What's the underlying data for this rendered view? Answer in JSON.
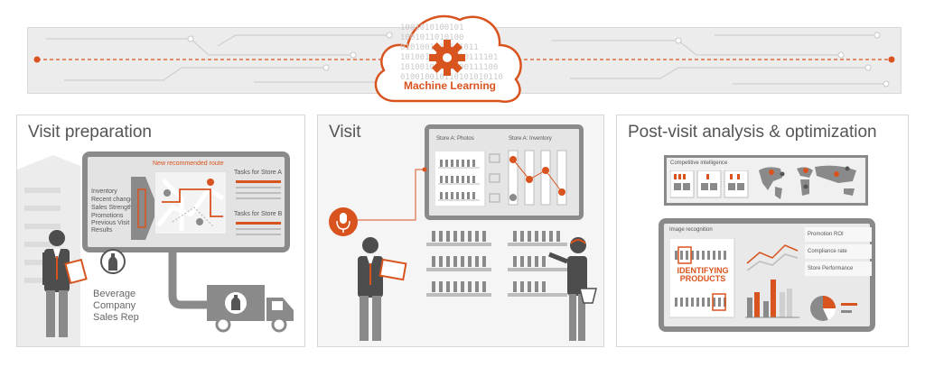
{
  "banner": {
    "label": "Machine Learning",
    "binary_lines": [
      "1001010100101",
      "1001011010100",
      "0101001011101011",
      "10100111010010111101",
      "10100101010100111100",
      "010010010110101010110"
    ]
  },
  "panels": [
    {
      "title": "Visit preparation",
      "route_title": "New recommended route",
      "menu_items": [
        "Inventory",
        "Recent changes",
        "Sales Strengths",
        "Promotions",
        "Previous Visit Results"
      ],
      "tasks_a": "Tasks for Store A",
      "tasks_b": "Tasks for Store B",
      "rep_label": [
        "Beverage",
        "Company",
        "Sales Rep"
      ]
    },
    {
      "title": "Visit",
      "photos_label": "Store A: Photos",
      "inventory_label": "Store A: Inventory"
    },
    {
      "title": "Post-visit analysis & optimization",
      "competitive_label": "Competitive intelligence",
      "image_recognition_label": "Image recognition",
      "identifying_label": [
        "IDENTIFYING",
        "PRODUCTS"
      ],
      "metrics": [
        "Promotion ROI",
        "Compliance rate",
        "Store Performance"
      ]
    }
  ],
  "colors": {
    "accent": "#d9531e",
    "gray": "#7a7a7a",
    "light_gray": "#e9e9e9",
    "mid_gray": "#cfcfcf"
  }
}
